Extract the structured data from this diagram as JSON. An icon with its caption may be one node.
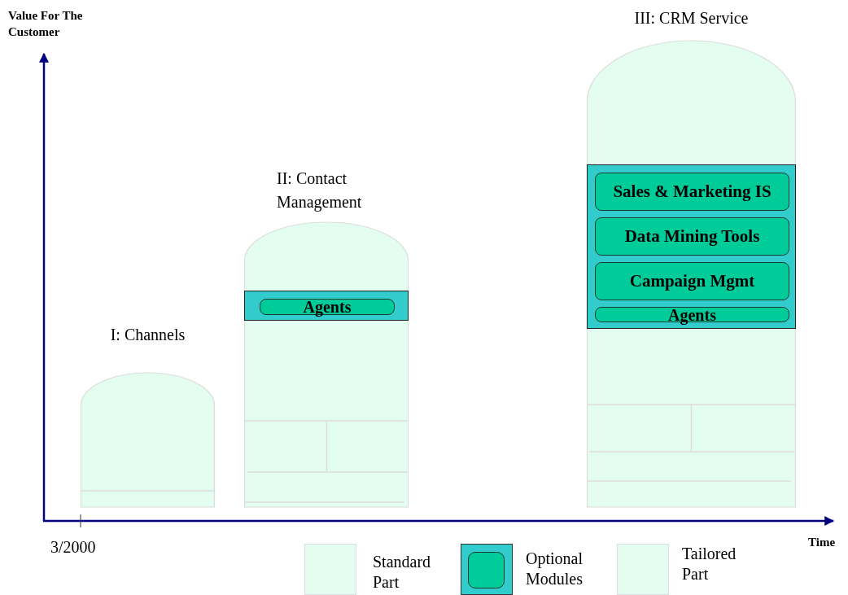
{
  "diagram": {
    "nodes": [
      {
        "text": [
          "I: Channels"
        ]
      },
      {
        "text": [
          "II: Contact Management"
        ]
      },
      {
        "text": [],
        "shape": "box",
        "in": 1
      },
      {
        "text": [
          "Agents"
        ],
        "in": 2
      },
      {
        "text": [
          "III: CRM Service"
        ]
      },
      {
        "text": [],
        "shape": "box",
        "in": 4
      },
      {
        "text": [
          "Sales & Marketing IS"
        ],
        "in": 5
      },
      {
        "text": [
          "Data Mining Tools"
        ],
        "in": 5
      },
      {
        "text": [
          "Campaign Mgmt"
        ],
        "in": 5
      },
      {
        "text": [
          "Agents"
        ],
        "in": 5
      }
    ],
    "labels": [
      "Value For The Customer",
      "Time",
      "3/2000"
    ],
    "legend": [
      {
        "text": "Standard Part",
        "color": "#e3fdf0"
      },
      {
        "text": "Optional Modules",
        "color": "#33cccc"
      },
      {
        "text": "Tailored Part",
        "color": "#e3fdf0"
      }
    ]
  }
}
